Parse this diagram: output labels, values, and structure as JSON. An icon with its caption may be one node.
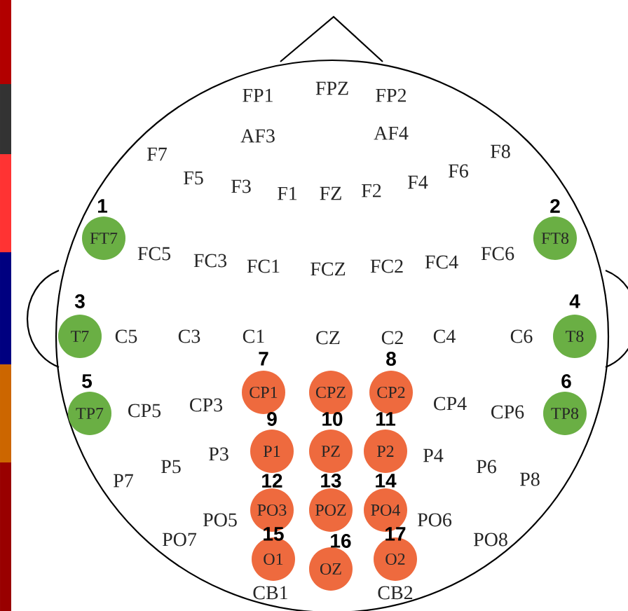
{
  "diagram": {
    "nodes": [
      {
        "text": [
          "FT7"
        ],
        "beside": [
          "1"
        ]
      },
      {
        "text": [
          "FT8"
        ],
        "beside": [
          "2"
        ]
      },
      {
        "text": [
          "T7"
        ],
        "beside": [
          "3"
        ]
      },
      {
        "text": [
          "T8"
        ],
        "beside": [
          "4"
        ]
      },
      {
        "text": [
          "TP7"
        ],
        "beside": [
          "5"
        ]
      },
      {
        "text": [
          "TP8"
        ],
        "beside": [
          "6"
        ]
      },
      {
        "text": [
          "CP1"
        ],
        "beside": [
          "7"
        ]
      },
      {
        "text": [
          "CPZ"
        ]
      },
      {
        "text": [
          "CP2"
        ],
        "beside": [
          "8"
        ]
      },
      {
        "text": [
          "P1"
        ],
        "beside": [
          "9"
        ]
      },
      {
        "text": [
          "PZ"
        ],
        "beside": [
          "10"
        ]
      },
      {
        "text": [
          "P2"
        ],
        "beside": [
          "11"
        ]
      },
      {
        "text": [
          "PO3"
        ],
        "beside": [
          "12"
        ]
      },
      {
        "text": [
          "POZ"
        ],
        "beside": [
          "13"
        ]
      },
      {
        "text": [
          "PO4"
        ],
        "beside": [
          "14"
        ]
      },
      {
        "text": [
          "O1"
        ],
        "beside": [
          "15"
        ]
      },
      {
        "text": [
          "OZ"
        ],
        "beside": [
          "16"
        ]
      },
      {
        "text": [
          "O2"
        ],
        "beside": [
          "17"
        ]
      }
    ],
    "labels": [
      "FP1",
      "FPZ",
      "FP2",
      "AF3",
      "AF4",
      "F7",
      "F8",
      "F5",
      "F3",
      "F1",
      "FZ",
      "F2",
      "F4",
      "F6",
      "FC5",
      "FC3",
      "FC1",
      "FCZ",
      "FC2",
      "FC4",
      "FC6",
      "C5",
      "C3",
      "C1",
      "CZ",
      "C2",
      "C4",
      "C6",
      "CP5",
      "CP3",
      "CP4",
      "CP6",
      "P3",
      "P4",
      "P5",
      "P6",
      "P7",
      "P8",
      "PO5",
      "PO6",
      "PO7",
      "PO8",
      "CB1",
      "CB2"
    ]
  }
}
